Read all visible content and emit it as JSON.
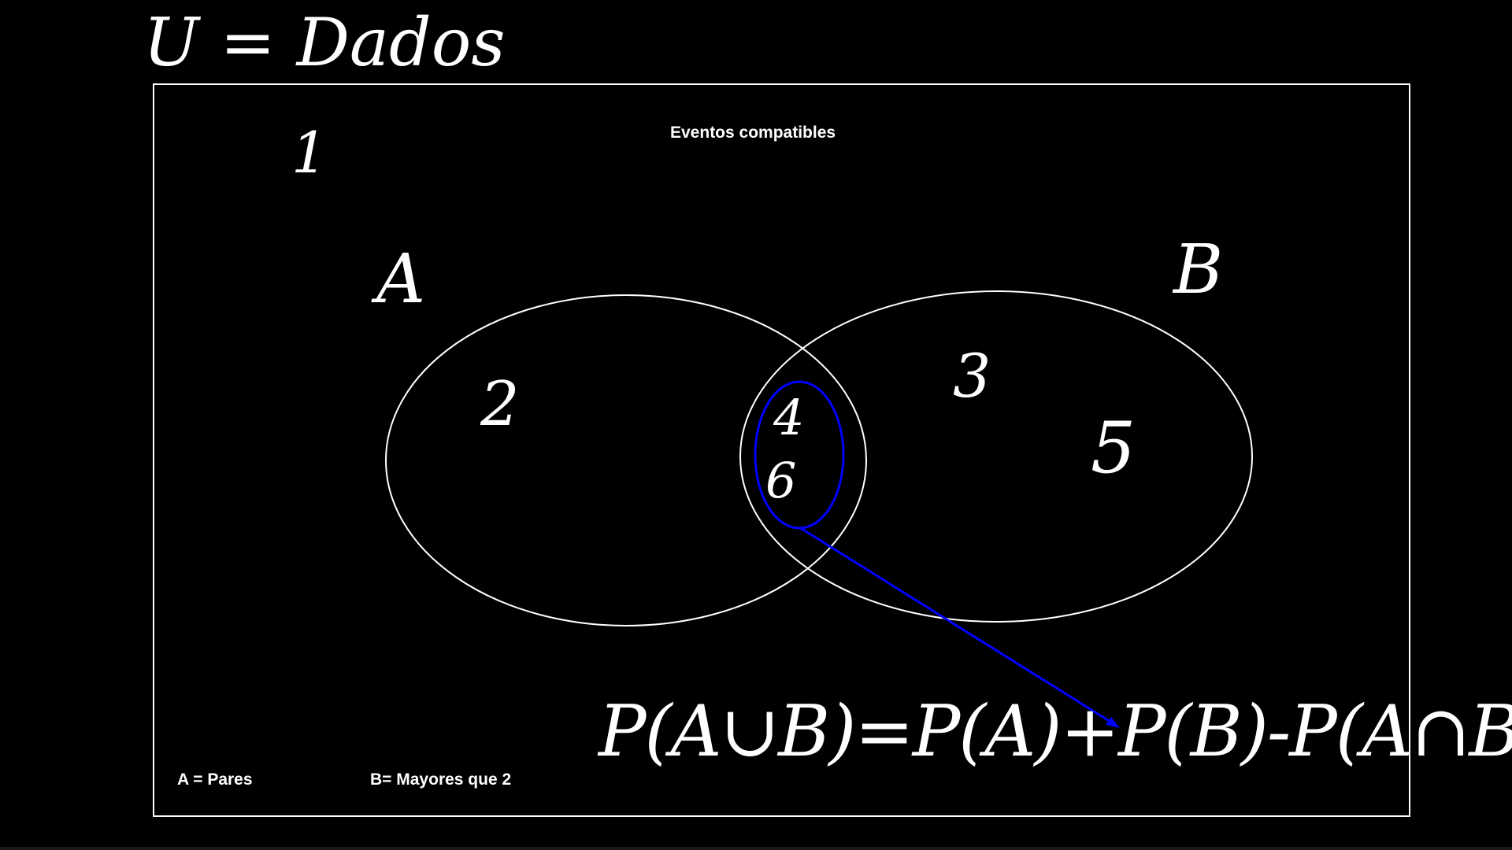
{
  "heading": "U = Dados",
  "title": "Eventos compatibles",
  "set_a": {
    "label": "A",
    "members": [
      "2"
    ],
    "legend": "A = Pares"
  },
  "set_b": {
    "label": "B",
    "members": [
      "3",
      "5"
    ],
    "legend": "B= Mayores que 2"
  },
  "intersection": {
    "members": [
      "4",
      "6"
    ]
  },
  "outside": [
    "1"
  ],
  "formula": {
    "lhs": "P(A∪B)",
    "equals": "=",
    "term_a": "P(A)",
    "plus": "+",
    "term_b": "P(B)",
    "minus": "-",
    "term_ab": "P(A∩B)"
  },
  "colors": {
    "background": "#000000",
    "foreground": "#ffffff",
    "highlight": "#0000ff"
  }
}
